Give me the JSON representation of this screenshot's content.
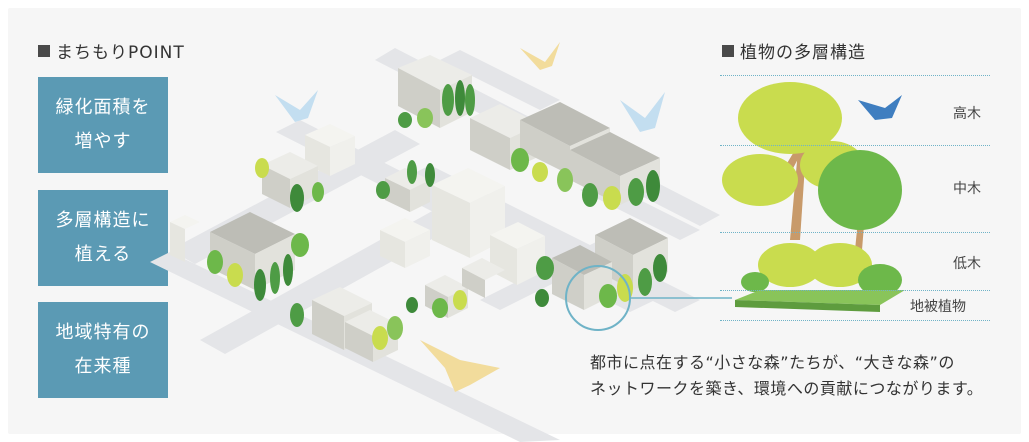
{
  "left_heading": "まちもりPOINT",
  "points": [
    {
      "line1": "緑化面積を",
      "line2": "増やす"
    },
    {
      "line1": "多層構造に",
      "line2": "植える"
    },
    {
      "line1": "地域特有の",
      "line2": "在来種"
    }
  ],
  "right_heading": "植物の多層構造",
  "layers": [
    "高木",
    "中木",
    "低木",
    "地被植物"
  ],
  "caption": {
    "line1": "都市に点在する“小さな森”たちが、“大きな森”の",
    "line2": "ネットワークを築き、環境への貢献につながります。"
  },
  "colors": {
    "point_box": "#5b9ab4",
    "accent_line": "#6fb3c7",
    "tree_yellow_green": "#c9dc4e",
    "tree_green": "#6db84a",
    "building": "#d9d9d3",
    "road": "#e4e5e8"
  }
}
